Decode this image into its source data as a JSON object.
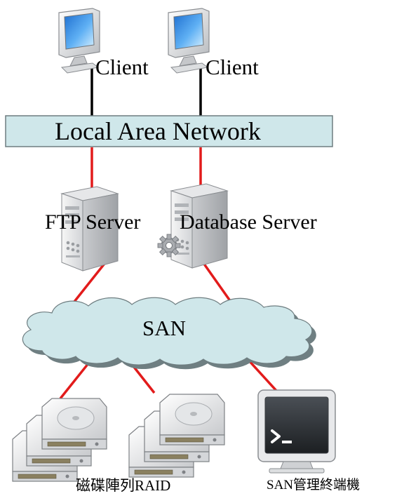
{
  "diagram": {
    "client_label": "Client",
    "lan_label": "Local Area Network",
    "ftp_server_label": "FTP Server",
    "database_server_label": "Database Server",
    "san_label": "SAN",
    "raid_label": "磁碟陣列RAID",
    "terminal_label": "SAN管理終端機"
  },
  "colors": {
    "lan_fill": "#cfe7ea",
    "cloud_fill": "#cfe7ea",
    "link_red": "#e21b1b",
    "link_black": "#000000"
  }
}
